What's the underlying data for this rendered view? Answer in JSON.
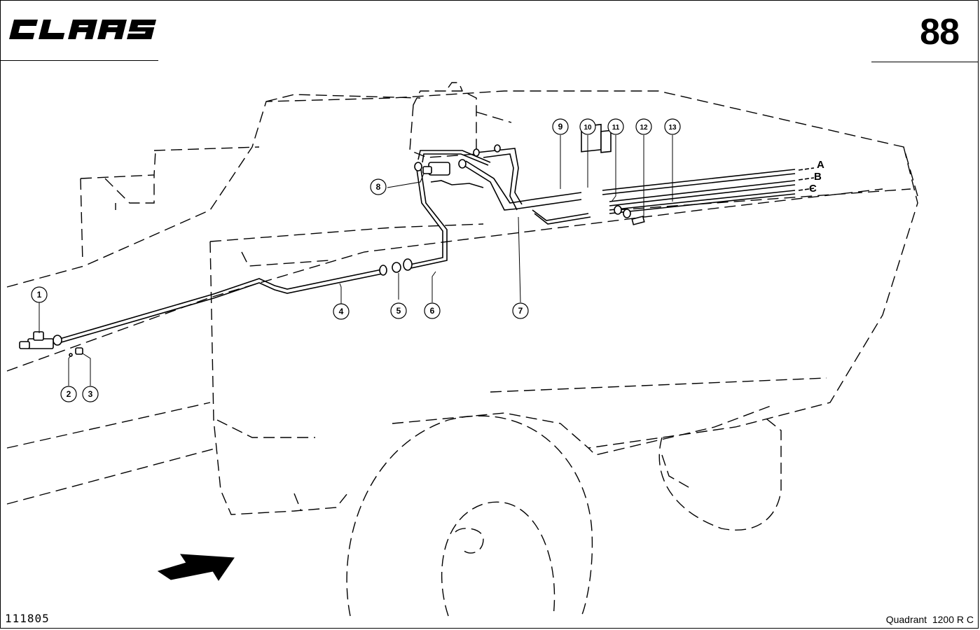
{
  "header": {
    "brand": "CLAAS",
    "page_number": "88"
  },
  "footer": {
    "drawing_id": "111805",
    "model": "Quadrant  1200 R C"
  },
  "callouts": [
    "1",
    "2",
    "3",
    "4",
    "5",
    "6",
    "7",
    "8",
    "9",
    "10",
    "11",
    "12",
    "13"
  ],
  "connection_labels": [
    "A",
    "B",
    "C"
  ],
  "icons": {
    "direction_arrow": "travel-direction-arrow-icon",
    "logo": "claas-logo"
  },
  "colors": {
    "ink": "#000000",
    "paper": "#ffffff"
  }
}
